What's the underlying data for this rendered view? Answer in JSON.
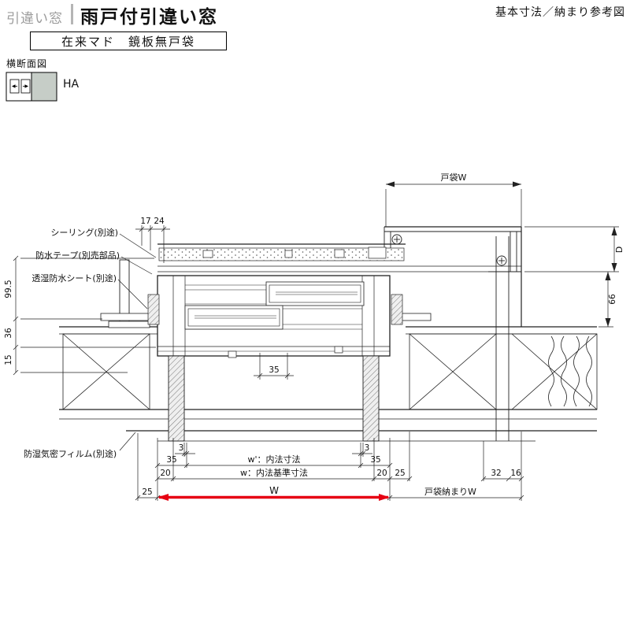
{
  "header": {
    "category": "引違い窓",
    "title": "雨戸付引違い窓",
    "ref_note": "基本寸法／納まり参考図",
    "spec_box": "在来マド　鏡板無戸袋",
    "section_title": "横断面図",
    "legend_code": "HA"
  },
  "callouts": {
    "sealing": "シーリング(別途)",
    "tape": "防水テープ(別売部品)",
    "sheet": "透湿防水シート(別途)",
    "film": "防湿気密フィルム(別途)"
  },
  "dims": {
    "top_a": "17",
    "top_b": "24",
    "tobukuro_w": "戸袋W",
    "depth": "D",
    "right_66": "66",
    "left_a": "99.5",
    "left_b": "36",
    "left_c": "15",
    "center_35": "35",
    "gap_left": "3",
    "gap_right": "3",
    "b35_left": "35",
    "b35_right": "35",
    "b20_left": "20",
    "b20_right": "20",
    "b25_right": "25",
    "b25_left": "25",
    "b32": "32",
    "b16": "16",
    "w_inner": "w'：内法寸法",
    "w_std": "w：内法基準寸法",
    "w_label": "W",
    "tobukuro_osamari": "戸袋納まりW"
  },
  "colors": {
    "accent": "#e60012",
    "header_gray": "#9b9b9b",
    "legend_fill": "#c6cdc7"
  }
}
